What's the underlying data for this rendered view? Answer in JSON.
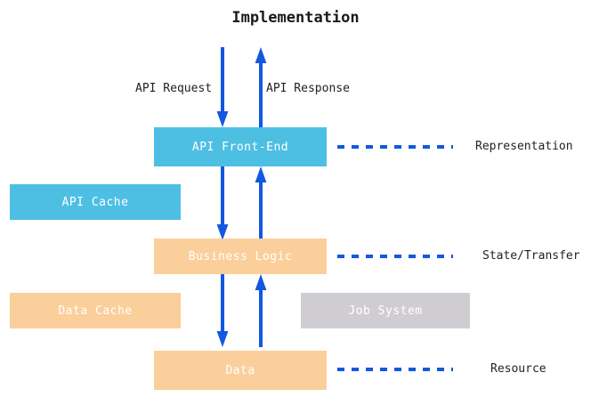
{
  "title": "Implementation",
  "colors": {
    "cyan": "#4dbfe3",
    "peach": "#fbcf9b",
    "grey": "#d0cdd2",
    "arrow_blue": "#1258e0",
    "text_dark": "#222222",
    "box_text": "#ffffff",
    "background": "#ffffff"
  },
  "boxes": [
    {
      "id": "api-front-end",
      "label": "API Front-End",
      "color": "cyan"
    },
    {
      "id": "api-cache",
      "label": "API Cache",
      "color": "cyan"
    },
    {
      "id": "business-logic",
      "label": "Business Logic",
      "color": "peach"
    },
    {
      "id": "data-cache",
      "label": "Data Cache",
      "color": "peach"
    },
    {
      "id": "job-system",
      "label": "Job System",
      "color": "grey"
    },
    {
      "id": "data",
      "label": "Data",
      "color": "peach"
    }
  ],
  "flow_labels": {
    "request": "API Request",
    "response": "API Response"
  },
  "side_labels": [
    {
      "id": "representation",
      "label": "Representation"
    },
    {
      "id": "state-transfer",
      "label": "State/Transfer"
    },
    {
      "id": "resource",
      "label": "Resource"
    }
  ],
  "arrows": [
    {
      "id": "api-request-in",
      "direction": "down"
    },
    {
      "id": "api-response-out",
      "direction": "up"
    },
    {
      "id": "front-end-to-logic",
      "direction": "down"
    },
    {
      "id": "logic-to-front-end",
      "direction": "up"
    },
    {
      "id": "logic-to-data",
      "direction": "down"
    },
    {
      "id": "data-to-logic",
      "direction": "up"
    }
  ]
}
